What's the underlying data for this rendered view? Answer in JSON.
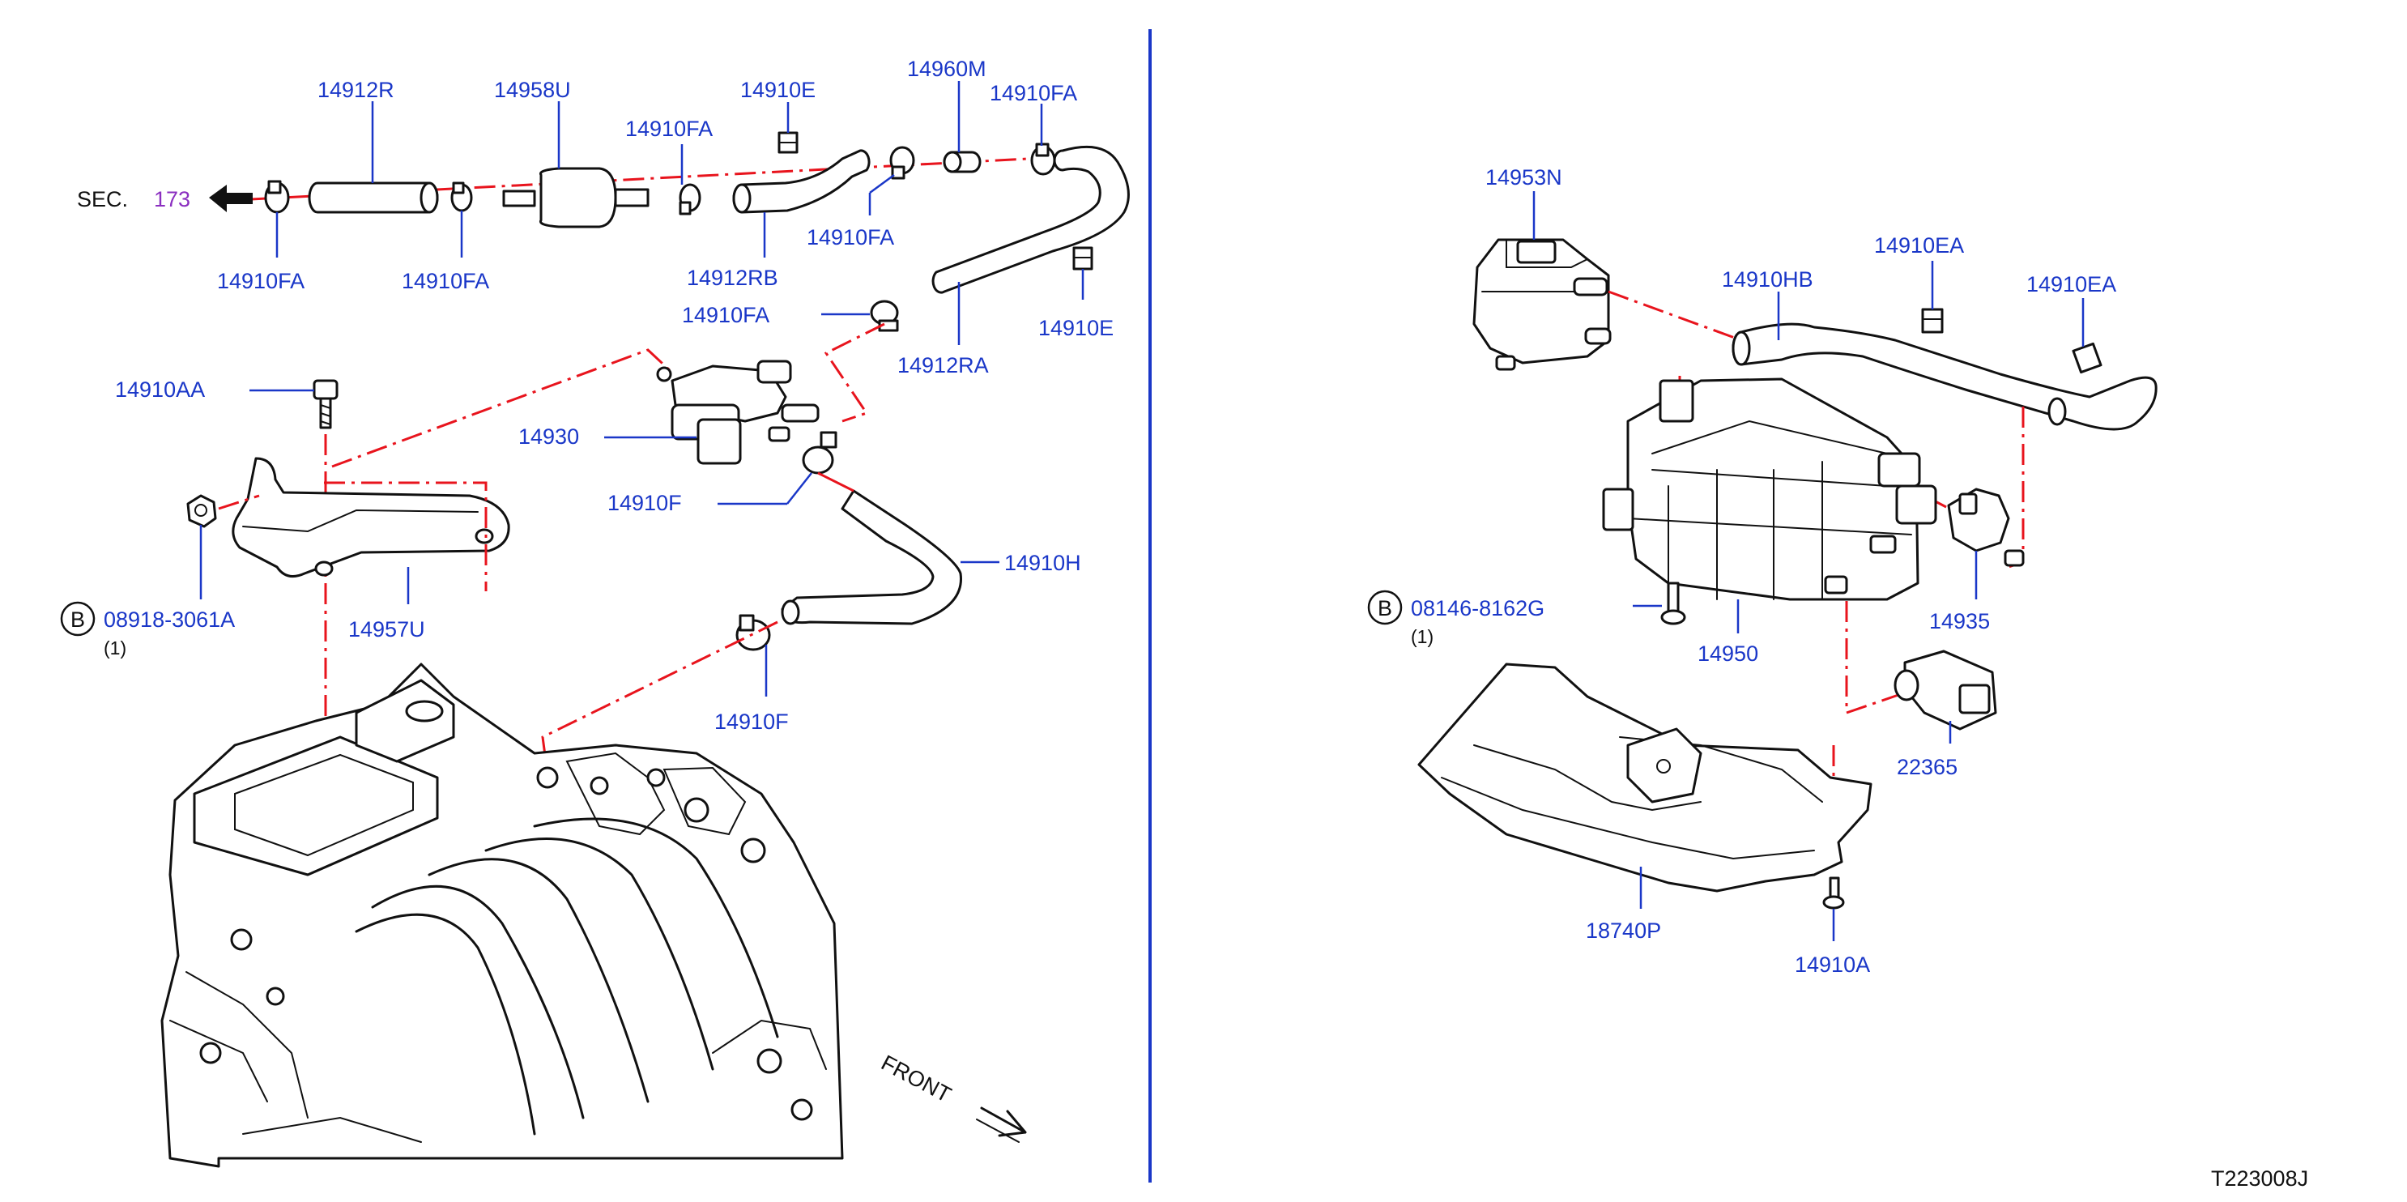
{
  "diagram_id": "T223008J",
  "section_ref": {
    "prefix": "SEC.",
    "number": "173"
  },
  "front_label": "FRONT",
  "bolt_symbol": "B",
  "left_panel": {
    "labels": {
      "p14912R": "14912R",
      "p14958U": "14958U",
      "p14910E_top": "14910E",
      "p14960M": "14960M",
      "p14910FA_top": "14910FA",
      "p14910FA_mid": "14910FA",
      "p14910FA_left": "14910FA",
      "p14910FA_left2": "14910FA",
      "p14910FA_right": "14910FA",
      "p14910FA_bottom": "14910FA",
      "p14912RB": "14912RB",
      "p14910E_right": "14910E",
      "p14912RA": "14912RA",
      "p14910AA": "14910AA",
      "p14930": "14930",
      "p14910F_upper": "14910F",
      "p14910H": "14910H",
      "p14910F_lower": "14910F",
      "p14957U": "14957U",
      "bolt_part": "08918-3061A",
      "bolt_qty": "(1)"
    }
  },
  "right_panel": {
    "labels": {
      "p14953N": "14953N",
      "p14910HB": "14910HB",
      "p14910EA_left": "14910EA",
      "p14910EA_right": "14910EA",
      "bolt_part": "08146-8162G",
      "bolt_qty": "(1)",
      "p14950": "14950",
      "p14935": "14935",
      "p22365": "22365",
      "p18740P": "18740P",
      "p14910A": "14910A"
    }
  }
}
